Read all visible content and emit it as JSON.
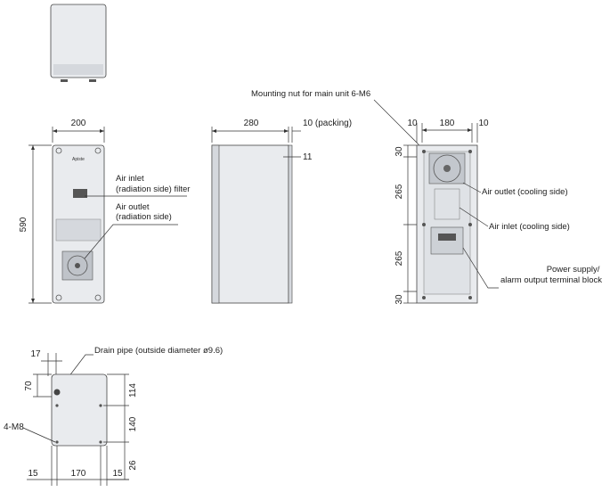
{
  "top_view": {},
  "front_view": {
    "width_label": "200",
    "height_label": "590",
    "logo_text": "Apiste",
    "callout_filter": [
      "Air inlet",
      "(radiation side) filter"
    ],
    "callout_outlet": [
      "Air outlet",
      "(radiation side)"
    ]
  },
  "side_view": {
    "depth_label": "280",
    "packing_label": "10 (packing)",
    "flange_label": "11"
  },
  "rear_view": {
    "mounting_nut_label": "Mounting nut for main unit 6-M6",
    "width_labels": [
      "10",
      "180",
      "10"
    ],
    "height_labels": [
      "30",
      "265",
      "265",
      "30"
    ],
    "callout_air_outlet": "Air outlet (cooling side)",
    "callout_air_inlet": "Air inlet (cooling side)",
    "callout_power": [
      "Power supply/",
      "alarm output terminal block"
    ]
  },
  "bottom_view": {
    "drain_label": "Drain pipe (outside diameter ø9.6)",
    "offset_17": "17",
    "offset_70": "70",
    "bolt_label": "4-M8",
    "width_labels": [
      "15",
      "170",
      "15"
    ],
    "height_labels": [
      "114",
      "140",
      "26"
    ]
  }
}
